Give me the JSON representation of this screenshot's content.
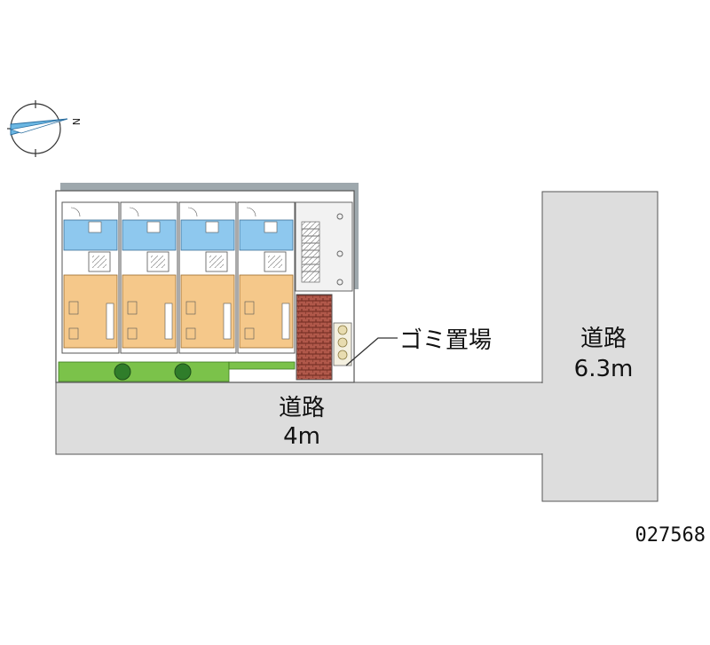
{
  "compass": {
    "icon": "compass-rose-icon",
    "north_label": "N"
  },
  "roads": {
    "main": {
      "name": "道路",
      "width": "4m"
    },
    "side": {
      "name": "道路",
      "width": "6.3m"
    }
  },
  "callouts": {
    "garbage": "ゴミ置場"
  },
  "property_code": "027568",
  "colors": {
    "road": "#dddddd",
    "building_wall": "#8a98a0",
    "room_floor": "#f5c88a",
    "wet_area": "#8ec8ee",
    "planting": "#7bc24a",
    "garbage_area": "#9c4a3a"
  }
}
